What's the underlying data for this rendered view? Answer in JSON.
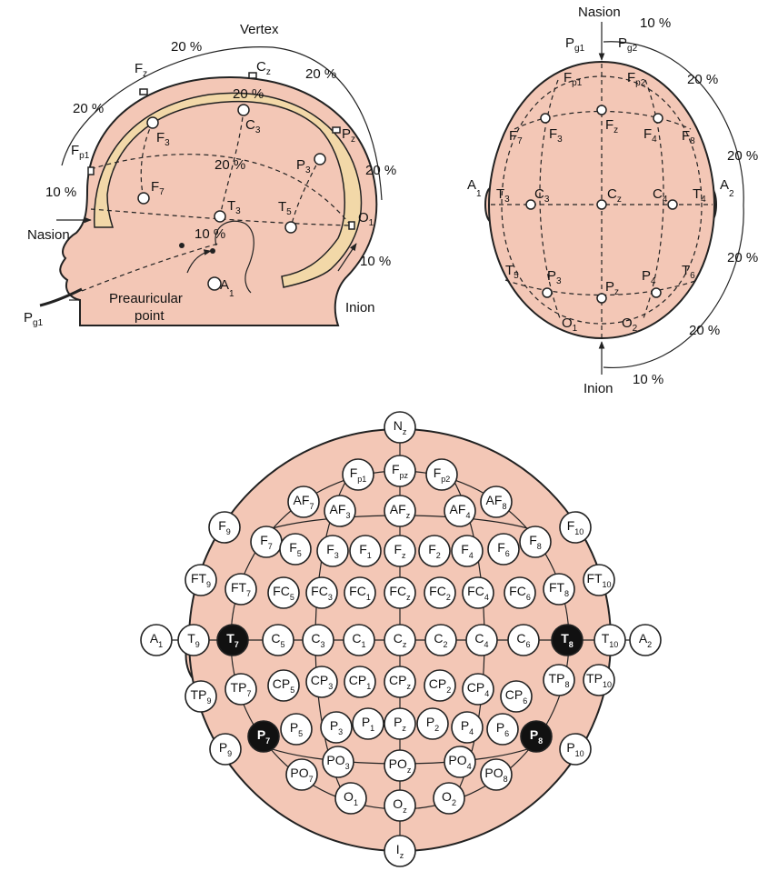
{
  "side_view": {
    "landmarks": {
      "vertex": "Vertex",
      "nasion": "Nasion",
      "inion": "Inion",
      "preauricular": [
        "Preauricular",
        "point"
      ]
    },
    "percentages": {
      "p20_top_left": "20 %",
      "p20_top_right": "20 %",
      "p20_inner": "20 %",
      "p20_left": "20 %",
      "p20_right": "20 %",
      "p20_mid": "20 %",
      "p10_left": "10 %",
      "p10_right": "10 %",
      "p10_ear": "10 %"
    },
    "electrodes": [
      {
        "id": "Fp1",
        "main": "F",
        "sub": "p1"
      },
      {
        "id": "Fz",
        "main": "F",
        "sub": "z"
      },
      {
        "id": "Cz",
        "main": "C",
        "sub": "z"
      },
      {
        "id": "Pz",
        "main": "P",
        "sub": "z"
      },
      {
        "id": "F3",
        "main": "F",
        "sub": "3"
      },
      {
        "id": "C3",
        "main": "C",
        "sub": "3"
      },
      {
        "id": "P3",
        "main": "P",
        "sub": "3"
      },
      {
        "id": "F7",
        "main": "F",
        "sub": "7"
      },
      {
        "id": "T3",
        "main": "T",
        "sub": "3"
      },
      {
        "id": "T5",
        "main": "T",
        "sub": "5"
      },
      {
        "id": "O1",
        "main": "O",
        "sub": "1"
      },
      {
        "id": "A1",
        "main": "A",
        "sub": "1"
      },
      {
        "id": "Pg1",
        "main": "P",
        "sub": "g1"
      }
    ]
  },
  "top_view": {
    "landmarks": {
      "nasion": "Nasion",
      "inion": "Inion"
    },
    "percentages": {
      "p10_top": "10 %",
      "p20_r1": "20 %",
      "p20_r2": "20 %",
      "p20_r3": "20 %",
      "p20_r4": "20 %",
      "p10_bottom": "10 %"
    },
    "electrodes": [
      {
        "id": "Pg1",
        "main": "P",
        "sub": "g1"
      },
      {
        "id": "Pg2",
        "main": "P",
        "sub": "g2"
      },
      {
        "id": "Fp1",
        "main": "F",
        "sub": "p1"
      },
      {
        "id": "Fp2",
        "main": "F",
        "sub": "p2"
      },
      {
        "id": "F7",
        "main": "F",
        "sub": "7"
      },
      {
        "id": "F3",
        "main": "F",
        "sub": "3"
      },
      {
        "id": "Fz",
        "main": "F",
        "sub": "z"
      },
      {
        "id": "F4",
        "main": "F",
        "sub": "4"
      },
      {
        "id": "F8",
        "main": "F",
        "sub": "8"
      },
      {
        "id": "A1",
        "main": "A",
        "sub": "1"
      },
      {
        "id": "T3",
        "main": "T",
        "sub": "3"
      },
      {
        "id": "C3",
        "main": "C",
        "sub": "3"
      },
      {
        "id": "Cz",
        "main": "C",
        "sub": "z"
      },
      {
        "id": "C4",
        "main": "C",
        "sub": "4"
      },
      {
        "id": "T4",
        "main": "T",
        "sub": "4"
      },
      {
        "id": "A2",
        "main": "A",
        "sub": "2"
      },
      {
        "id": "T5",
        "main": "T",
        "sub": "5"
      },
      {
        "id": "P3",
        "main": "P",
        "sub": "3"
      },
      {
        "id": "Pz",
        "main": "P",
        "sub": "z"
      },
      {
        "id": "P4",
        "main": "P",
        "sub": "4"
      },
      {
        "id": "T6",
        "main": "T",
        "sub": "6"
      },
      {
        "id": "O1",
        "main": "O",
        "sub": "1"
      },
      {
        "id": "O2",
        "main": "O",
        "sub": "2"
      }
    ]
  },
  "extended_system": {
    "highlighted": [
      "T7",
      "T8",
      "P7",
      "P8"
    ],
    "rows": [
      [
        {
          "main": "N",
          "sub": "z"
        }
      ],
      [
        {
          "main": "F",
          "sub": "p1"
        },
        {
          "main": "F",
          "sub": "pz"
        },
        {
          "main": "F",
          "sub": "p2"
        }
      ],
      [
        {
          "main": "AF",
          "sub": "7"
        },
        {
          "main": "AF",
          "sub": "3"
        },
        {
          "main": "AF",
          "sub": "z"
        },
        {
          "main": "AF",
          "sub": "4"
        },
        {
          "main": "AF",
          "sub": "8"
        }
      ],
      [
        {
          "main": "F",
          "sub": "9"
        },
        {
          "main": "F",
          "sub": "10"
        }
      ],
      [
        {
          "main": "F",
          "sub": "7"
        },
        {
          "main": "F",
          "sub": "5"
        },
        {
          "main": "F",
          "sub": "3"
        },
        {
          "main": "F",
          "sub": "1"
        },
        {
          "main": "F",
          "sub": "z"
        },
        {
          "main": "F",
          "sub": "2"
        },
        {
          "main": "F",
          "sub": "4"
        },
        {
          "main": "F",
          "sub": "6"
        },
        {
          "main": "F",
          "sub": "8"
        }
      ],
      [
        {
          "main": "FT",
          "sub": "9"
        },
        {
          "main": "FT",
          "sub": "7"
        },
        {
          "main": "FC",
          "sub": "5"
        },
        {
          "main": "FC",
          "sub": "3"
        },
        {
          "main": "FC",
          "sub": "1"
        },
        {
          "main": "FC",
          "sub": "z"
        },
        {
          "main": "FC",
          "sub": "2"
        },
        {
          "main": "FC",
          "sub": "4"
        },
        {
          "main": "FC",
          "sub": "6"
        },
        {
          "main": "FT",
          "sub": "8"
        },
        {
          "main": "FT",
          "sub": "10"
        }
      ],
      [
        {
          "main": "A",
          "sub": "1"
        },
        {
          "main": "T",
          "sub": "9"
        },
        {
          "main": "T",
          "sub": "7"
        },
        {
          "main": "C",
          "sub": "5"
        },
        {
          "main": "C",
          "sub": "3"
        },
        {
          "main": "C",
          "sub": "1"
        },
        {
          "main": "C",
          "sub": "z"
        },
        {
          "main": "C",
          "sub": "2"
        },
        {
          "main": "C",
          "sub": "4"
        },
        {
          "main": "C",
          "sub": "6"
        },
        {
          "main": "T",
          "sub": "8"
        },
        {
          "main": "T",
          "sub": "10"
        },
        {
          "main": "A",
          "sub": "2"
        }
      ],
      [
        {
          "main": "TP",
          "sub": "9"
        },
        {
          "main": "TP",
          "sub": "7"
        },
        {
          "main": "CP",
          "sub": "5"
        },
        {
          "main": "CP",
          "sub": "3"
        },
        {
          "main": "CP",
          "sub": "1"
        },
        {
          "main": "CP",
          "sub": "z"
        },
        {
          "main": "CP",
          "sub": "2"
        },
        {
          "main": "CP",
          "sub": "4"
        },
        {
          "main": "CP",
          "sub": "6"
        },
        {
          "main": "TP",
          "sub": "8"
        },
        {
          "main": "TP",
          "sub": "10"
        }
      ],
      [
        {
          "main": "P",
          "sub": "7"
        },
        {
          "main": "P",
          "sub": "5"
        },
        {
          "main": "P",
          "sub": "3"
        },
        {
          "main": "P",
          "sub": "1"
        },
        {
          "main": "P",
          "sub": "z"
        },
        {
          "main": "P",
          "sub": "2"
        },
        {
          "main": "P",
          "sub": "4"
        },
        {
          "main": "P",
          "sub": "6"
        },
        {
          "main": "P",
          "sub": "8"
        }
      ],
      [
        {
          "main": "P",
          "sub": "9"
        },
        {
          "main": "PO",
          "sub": "3"
        },
        {
          "main": "PO",
          "sub": "4"
        },
        {
          "main": "P",
          "sub": "10"
        }
      ],
      [
        {
          "main": "PO",
          "sub": "7"
        },
        {
          "main": "PO",
          "sub": "z"
        },
        {
          "main": "PO",
          "sub": "8"
        }
      ],
      [
        {
          "main": "O",
          "sub": "1"
        },
        {
          "main": "O",
          "sub": "2"
        }
      ],
      [
        {
          "main": "O",
          "sub": "z"
        }
      ],
      [
        {
          "main": "I",
          "sub": "z"
        }
      ]
    ]
  },
  "colors": {
    "scalp": "#f3c7b6",
    "skull": "#f2d8a8",
    "highlight": "#111111"
  }
}
